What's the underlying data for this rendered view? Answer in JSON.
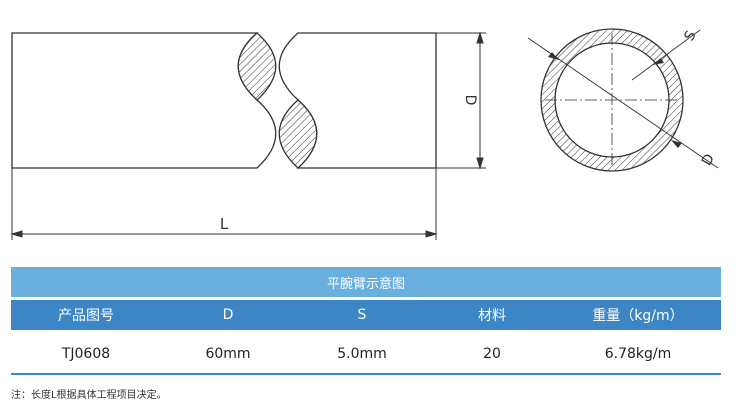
{
  "drawing": {
    "dim_length": "L",
    "dim_diameter": "D",
    "dim_wall": "S",
    "dim_diameter_section": "D"
  },
  "table": {
    "title": "平腕臂示意图",
    "headers": [
      "产品图号",
      "D",
      "S",
      "材料",
      "重量（kg/m）"
    ],
    "row": [
      "TJ0608",
      "60mm",
      "5.0mm",
      "20",
      "6.78kg/m"
    ]
  },
  "note": "注：长度L根据具体工程项目决定。",
  "colors": {
    "title_bar": "#6ab0de",
    "header_bar": "#3d86c6",
    "line": "#333333"
  }
}
